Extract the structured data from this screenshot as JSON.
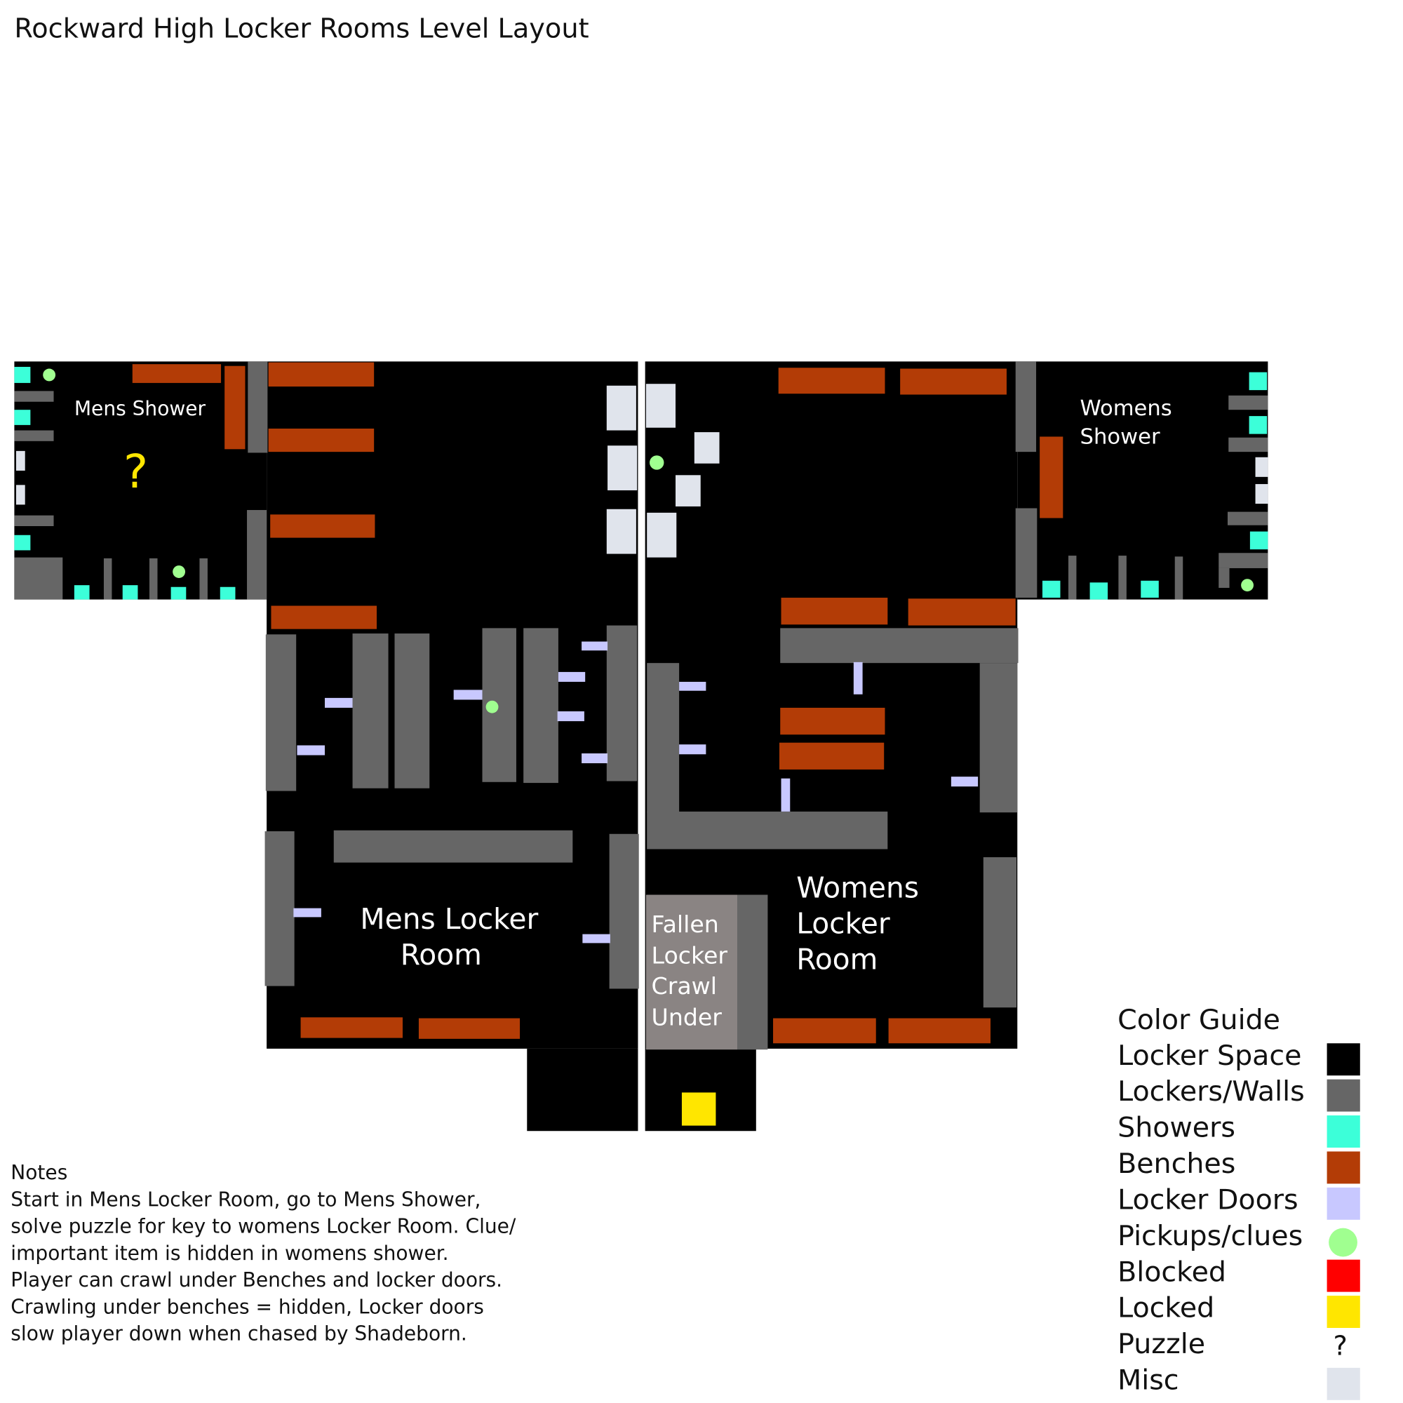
{
  "title": "Rockward High Locker Rooms Level Layout",
  "rooms": {
    "mens_shower": {
      "label": "Mens Shower",
      "puzzle_mark": "?"
    },
    "mens_locker": {
      "label_lines": [
        "Mens Locker",
        "Room"
      ]
    },
    "womens_locker": {
      "label_lines": [
        "Womens",
        "Locker",
        "Room"
      ]
    },
    "womens_shower": {
      "label_lines": [
        "Womens",
        "Shower"
      ]
    },
    "fallen_locker": {
      "label_lines": [
        "Fallen",
        "Locker",
        "Crawl",
        "Under"
      ]
    }
  },
  "notes": {
    "heading": "Notes",
    "lines": [
      "Start in Mens Locker Room, go to Mens Shower,",
      "solve puzzle for key to womens Locker Room. Clue/",
      "important item is hidden in womens shower.",
      "Player can crawl under Benches and locker doors.",
      "Crawling under benches = hidden, Locker doors",
      "slow player down when chased by Shadeborn."
    ]
  },
  "legend": {
    "title": "Color Guide",
    "items": [
      {
        "label": "Locker Space",
        "color": "#000000",
        "shape": "square"
      },
      {
        "label": "Lockers/Walls",
        "color": "#666666",
        "shape": "square"
      },
      {
        "label": "Showers",
        "color": "#3cffd9",
        "shape": "square"
      },
      {
        "label": "Benches",
        "color": "#b33c06",
        "shape": "square"
      },
      {
        "label": "Locker Doors",
        "color": "#c8c8ff",
        "shape": "square"
      },
      {
        "label": "Pickups/clues",
        "color": "#a0ff90",
        "shape": "circle"
      },
      {
        "label": "Blocked",
        "color": "#ff0000",
        "shape": "square"
      },
      {
        "label": "Locked",
        "color": "#ffe600",
        "shape": "square"
      },
      {
        "label": "Puzzle",
        "symbol": "?",
        "shape": "text"
      },
      {
        "label": "Misc",
        "color": "#e0e4ec",
        "shape": "square"
      }
    ]
  }
}
